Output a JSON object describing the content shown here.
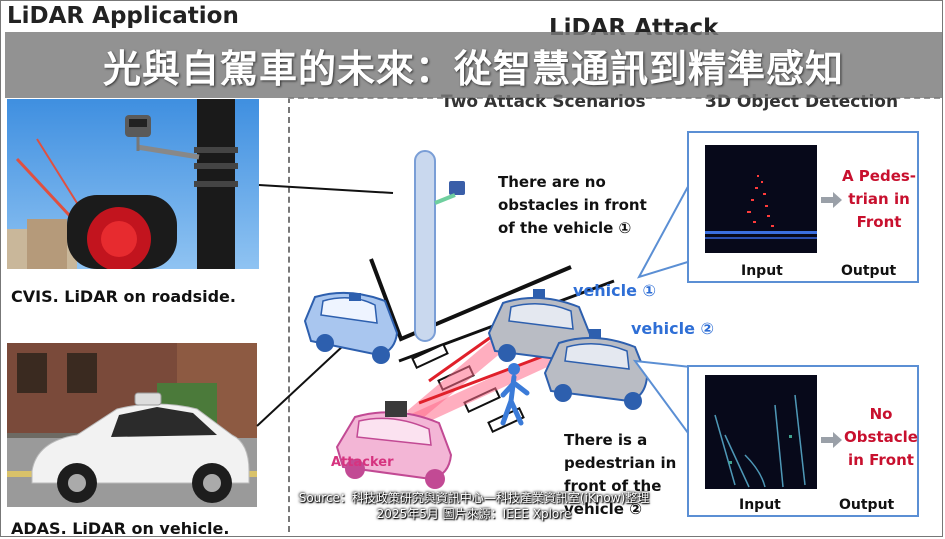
{
  "title": "光與自駕車的未來：從智慧通訊到精準感知",
  "left_panel": {
    "heading": "LiDAR Application",
    "caption_top": "CVIS. LiDAR on roadside.",
    "caption_bottom": "ADAS. LiDAR on vehicle."
  },
  "right_panel": {
    "heading": "LiDAR Attack",
    "subheading_scenarios": "Two Attack Scenarios",
    "subheading_detection": "3D Object Detection",
    "scenario1_text": "There are no obstacles in front of the vehicle ①",
    "scenario2_text": "There is a pedestrian in front of the vehicle ②",
    "vehicle1_label": "vehicle ①",
    "vehicle2_label": "vehicle ②",
    "attacker_label": "Attacker",
    "output1": "A Pedes-trian in Front",
    "output2": "No Obstacle in Front",
    "input_label": "Input",
    "output_label": "Output"
  },
  "source_line1": "Source：科技政策研究與資訊中心—科技產業資訊室(iKnow)整理",
  "source_line2": "2025年5月  圖片來源：IEEE Xplore",
  "colors": {
    "banner": "#7a7a7a",
    "accent_blue": "#2f6fd6",
    "accent_red": "#c8102e",
    "callout_border": "#5b8fd4"
  }
}
